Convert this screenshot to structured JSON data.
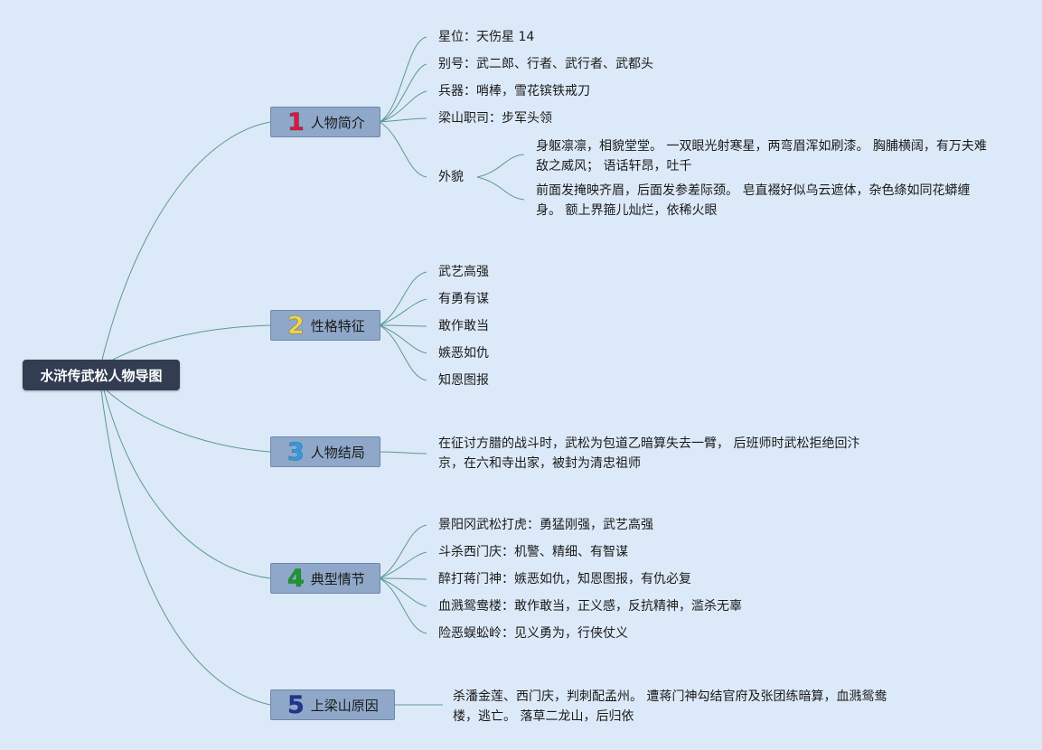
{
  "root": {
    "label": "水浒传武松人物导图"
  },
  "branches": [
    {
      "num": "1",
      "num_color": "#d81b3c",
      "label": "人物简介"
    },
    {
      "num": "2",
      "num_color": "#f3d34a",
      "label": "性格特征"
    },
    {
      "num": "3",
      "num_color": "#2e9ce6",
      "label": "人物结局"
    },
    {
      "num": "4",
      "num_color": "#1b9b2c",
      "label": "典型情节"
    },
    {
      "num": "5",
      "num_color": "#1f3592",
      "label": "上梁山原因"
    }
  ],
  "b1": {
    "items": [
      "星位：天伤星 14",
      "别号：武二郎、行者、武行者、武都头",
      "兵器：哨棒，雪花镔铁戒刀",
      "梁山职司：步军头领"
    ],
    "appearance": {
      "label": "外貌",
      "lines": [
        "身躯凛凛，相貌堂堂。 一双眼光射寒星，两弯眉浑如刷漆。 胸脯横阔，有万夫难敌之威风； 语话轩昂，吐千",
        "前面发掩映齐眉，后面发参差际颈。 皂直裰好似乌云遮体，杂色绦如同花蟒缠身。 额上界箍儿灿烂，依稀火眼"
      ]
    }
  },
  "b2": {
    "items": [
      "武艺高强",
      "有勇有谋",
      "敢作敢当",
      "嫉恶如仇",
      "知恩图报"
    ]
  },
  "b3": {
    "text": "在征讨方腊的战斗时，武松为包道乙暗算失去一臂， 后班师时武松拒绝回汴京，在六和寺出家，被封为清忠祖师"
  },
  "b4": {
    "items": [
      "景阳冈武松打虎：勇猛刚强，武艺高强",
      "斗杀西门庆：机警、精细、有智谋",
      "醉打蒋门神：嫉恶如仇，知恩图报，有仇必复",
      "血溅鸳鸯楼：敢作敢当，正义感，反抗精神，滥杀无辜",
      "险恶蜈蚣岭：见义勇为，行侠仗义"
    ]
  },
  "b5": {
    "text": "杀潘金莲、西门庆，判刺配孟州。 遭蒋门神勾结官府及张团练暗算，血溅鸳鸯楼，逃亡。 落草二龙山，后归依"
  },
  "colors": {
    "background": "#dce9f8",
    "connector": "#5b9a8f",
    "root_bg": "#323d52",
    "branch_bg": "#8fa8c9"
  }
}
